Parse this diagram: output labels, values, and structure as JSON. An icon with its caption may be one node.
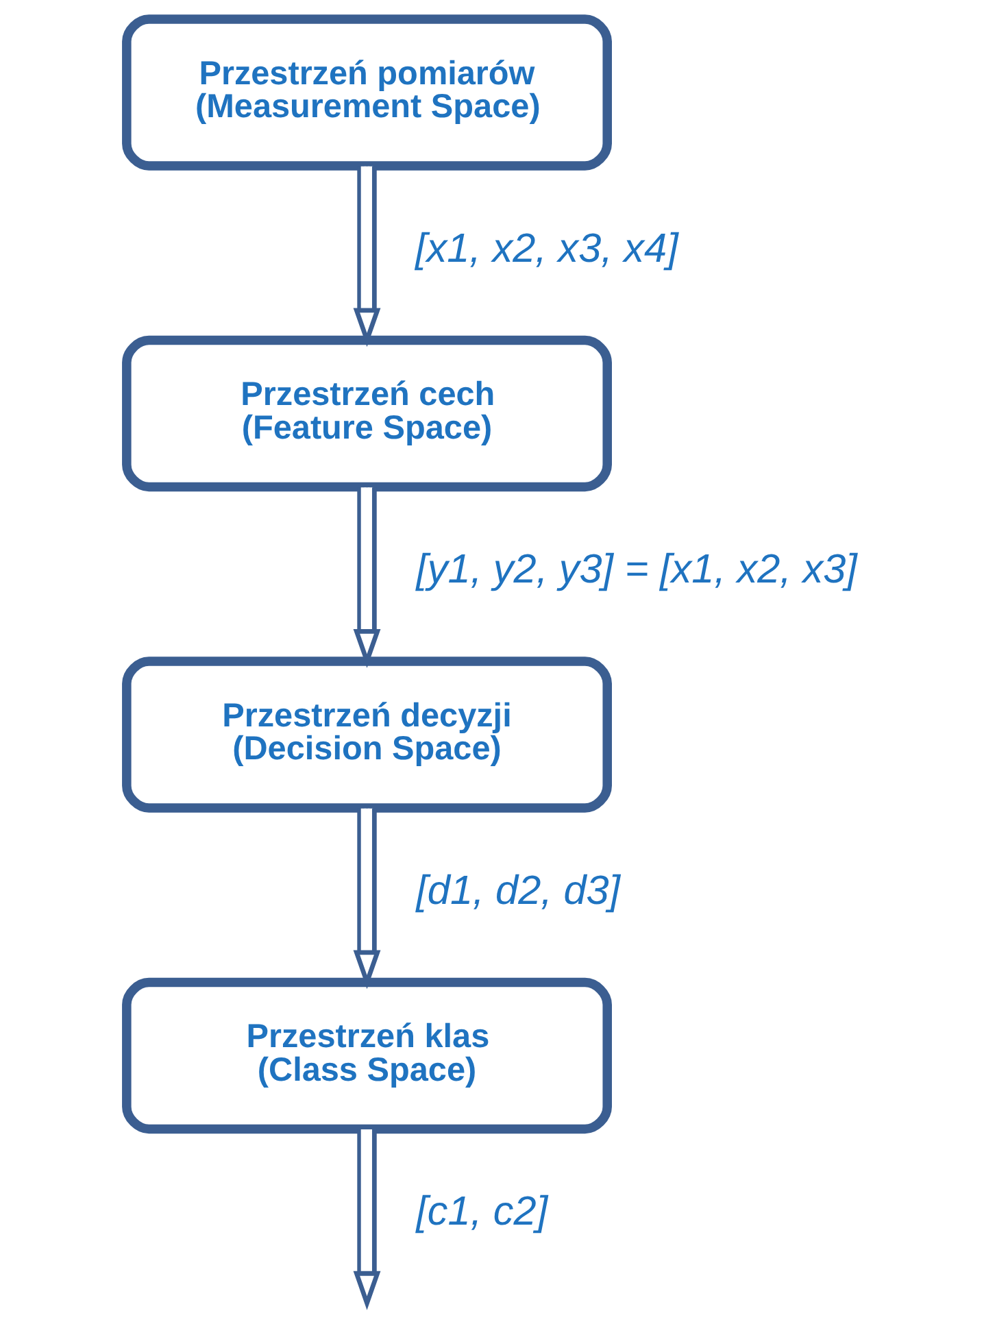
{
  "diagram": {
    "nodes": [
      {
        "text": [
          "Przestrzeń pomiarów (Measurement Space)"
        ]
      },
      {
        "text": [
          "Przestrzeń cech (Feature Space)"
        ]
      },
      {
        "text": [
          "Przestrzeń decyzji (Decision Space)"
        ]
      },
      {
        "text": [
          "Przestrzeń klas (Class Space)"
        ]
      }
    ],
    "edges": [
      {
        "from": 0,
        "to": 1,
        "arrow": "to",
        "label": "[x1, x2, x3, x4]"
      },
      {
        "from": 1,
        "to": 2,
        "arrow": "to",
        "label": "[y1, y2, y3] = [x1, x2, x3]"
      },
      {
        "from": 2,
        "to": 3,
        "arrow": "to",
        "label": "[d1, d2, d3]"
      },
      {
        "from": 3,
        "to": null,
        "arrow": "to",
        "label": "[c1, c2]"
      }
    ]
  }
}
